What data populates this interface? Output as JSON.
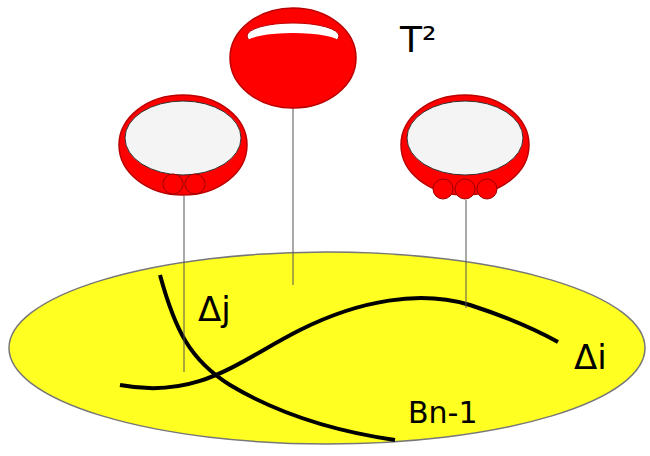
{
  "diagram": {
    "labels": [
      "T²",
      "Δj",
      "Δi",
      "Bn-1"
    ]
  }
}
